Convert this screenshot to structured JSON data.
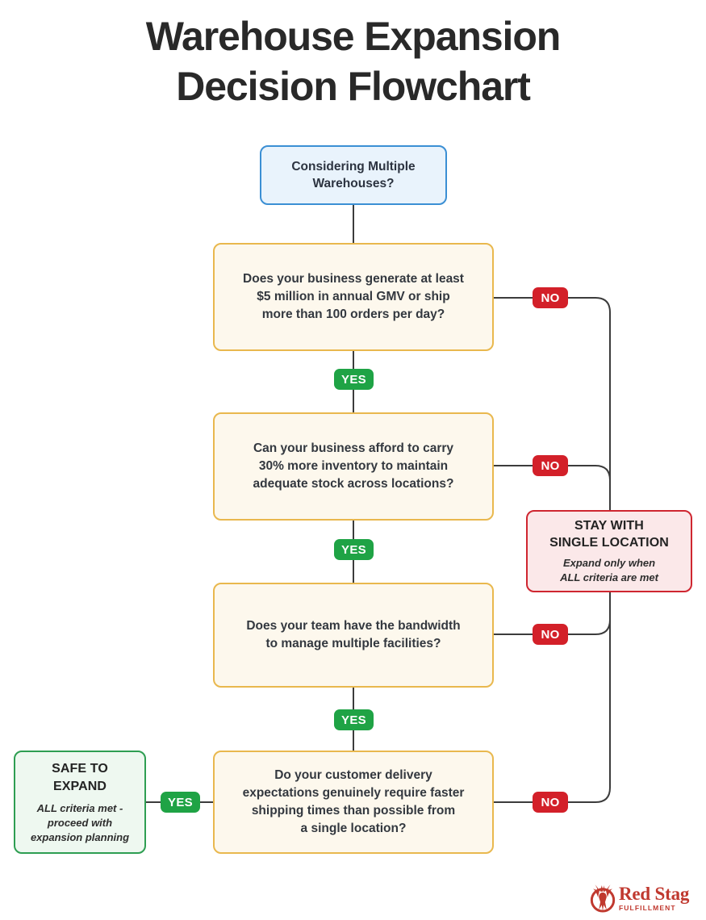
{
  "page": {
    "title_line1": "Warehouse Expansion",
    "title_line2": "Decision Flowchart",
    "background_color": "#ffffff"
  },
  "colors": {
    "start_fill": "#e9f3fc",
    "start_border": "#3b8fd4",
    "decision_fill": "#fdf8ed",
    "decision_border": "#e9b84e",
    "stop_fill": "#fbe8e9",
    "stop_border": "#cf2630",
    "go_fill": "#eef8f0",
    "go_border": "#2e9e52",
    "yes_pill": "#1fa345",
    "no_pill": "#d32029",
    "connector": "#3c3c3c",
    "title_text": "#292929",
    "brand_red": "#c0392f"
  },
  "chart_data": {
    "type": "diagram",
    "title": "Warehouse Expansion Decision Flowchart",
    "nodes": [
      {
        "id": "start",
        "kind": "start",
        "text": "Considering Multiple Warehouses?"
      },
      {
        "id": "q1",
        "kind": "decision",
        "text": "Does your business generate at least $5 million in annual GMV or ship more than 100 orders per day?"
      },
      {
        "id": "q2",
        "kind": "decision",
        "text": "Can your business afford to carry 30% more inventory to maintain adequate stock across locations?"
      },
      {
        "id": "q3",
        "kind": "decision",
        "text": "Does your team have the bandwidth to manage multiple facilities?"
      },
      {
        "id": "q4",
        "kind": "decision",
        "text": "Do your customer delivery expectations genuinely require faster shipping times than possible from a single location?"
      },
      {
        "id": "stay",
        "kind": "stop",
        "heading_line1": "STAY WITH",
        "heading_line2": "SINGLE LOCATION",
        "sub_line1": "Expand only when",
        "sub_line2": "ALL criteria are met"
      },
      {
        "id": "safe",
        "kind": "go",
        "heading_line1": "SAFE TO",
        "heading_line2": "EXPAND",
        "sub_line1": "ALL criteria met -",
        "sub_line2": "proceed with",
        "sub_line3": "expansion planning"
      }
    ],
    "edges": [
      {
        "from": "start",
        "to": "q1",
        "label": ""
      },
      {
        "from": "q1",
        "to": "q2",
        "label": "YES"
      },
      {
        "from": "q1",
        "to": "stay",
        "label": "NO"
      },
      {
        "from": "q2",
        "to": "q3",
        "label": "YES"
      },
      {
        "from": "q2",
        "to": "stay",
        "label": "NO"
      },
      {
        "from": "q3",
        "to": "q4",
        "label": "YES"
      },
      {
        "from": "q3",
        "to": "stay",
        "label": "NO"
      },
      {
        "from": "q4",
        "to": "safe",
        "label": "YES"
      },
      {
        "from": "q4",
        "to": "stay",
        "label": "NO"
      }
    ]
  },
  "nodes": {
    "start": {
      "line1": "Considering Multiple",
      "line2": "Warehouses?"
    },
    "q1": {
      "line1": "Does your business generate at least",
      "line2": "$5 million in annual GMV or ship",
      "line3": "more than 100 orders per day?"
    },
    "q2": {
      "line1": "Can your business afford to carry",
      "line2": "30% more inventory to maintain",
      "line3": "adequate stock across locations?"
    },
    "q3": {
      "line1": "Does your team have the bandwidth",
      "line2": "to manage multiple facilities?"
    },
    "q4": {
      "line1": "Do your customer delivery",
      "line2": "expectations genuinely require faster",
      "line3": "shipping times than possible from",
      "line4": "a single location?"
    },
    "stay": {
      "head1": "STAY WITH",
      "head2": "SINGLE LOCATION",
      "sub1": "Expand only when",
      "sub2": "ALL criteria are met"
    },
    "safe": {
      "head1": "SAFE TO",
      "head2": "EXPAND",
      "sub1": "ALL criteria met -",
      "sub2": "proceed with",
      "sub3": "expansion planning"
    }
  },
  "labels": {
    "yes": "YES",
    "no": "NO"
  },
  "logo": {
    "name": "Red Stag",
    "tagline": "FULFILLMENT",
    "mark": "stag-antlers-circle-icon"
  }
}
